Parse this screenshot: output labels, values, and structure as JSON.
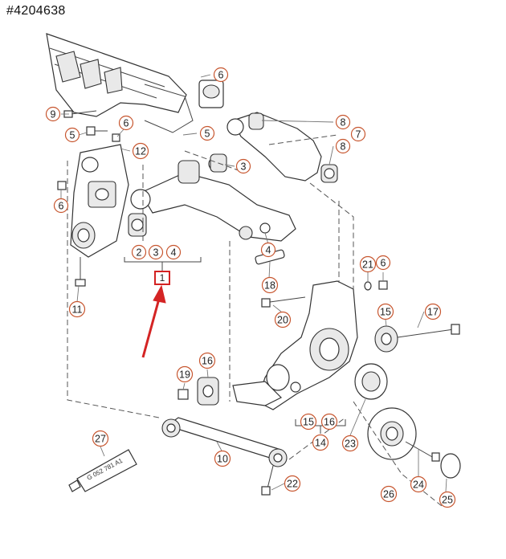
{
  "doc_id": "#4204638",
  "highlight_label": "1",
  "tube_label": "G 052 781 A1",
  "accent_color": "#d32222",
  "callout_color": "#c7562f",
  "callouts": [
    {
      "id": "c6a",
      "text": "6"
    },
    {
      "id": "c9",
      "text": "9"
    },
    {
      "id": "c5a",
      "text": "5"
    },
    {
      "id": "c6b",
      "text": "6"
    },
    {
      "id": "c5b",
      "text": "5"
    },
    {
      "id": "c12",
      "text": "12"
    },
    {
      "id": "c8a",
      "text": "8"
    },
    {
      "id": "c7",
      "text": "7"
    },
    {
      "id": "c8b",
      "text": "8"
    },
    {
      "id": "c3a",
      "text": "3"
    },
    {
      "id": "c6c",
      "text": "6"
    },
    {
      "id": "c4a",
      "text": "4"
    },
    {
      "id": "c2",
      "text": "2"
    },
    {
      "id": "c3b",
      "text": "3"
    },
    {
      "id": "c4b",
      "text": "4"
    },
    {
      "id": "c11",
      "text": "11"
    },
    {
      "id": "c18",
      "text": "18"
    },
    {
      "id": "c21",
      "text": "21"
    },
    {
      "id": "c6d",
      "text": "6"
    },
    {
      "id": "c20",
      "text": "20"
    },
    {
      "id": "c15a",
      "text": "15"
    },
    {
      "id": "c17",
      "text": "17"
    },
    {
      "id": "c16a",
      "text": "16"
    },
    {
      "id": "c19",
      "text": "19"
    },
    {
      "id": "c15b",
      "text": "15"
    },
    {
      "id": "c16b",
      "text": "16"
    },
    {
      "id": "c14",
      "text": "14"
    },
    {
      "id": "c23",
      "text": "23"
    },
    {
      "id": "c27",
      "text": "27"
    },
    {
      "id": "c10",
      "text": "10"
    },
    {
      "id": "c22",
      "text": "22"
    },
    {
      "id": "c24",
      "text": "24"
    },
    {
      "id": "c26",
      "text": "26"
    },
    {
      "id": "c25",
      "text": "25"
    }
  ]
}
